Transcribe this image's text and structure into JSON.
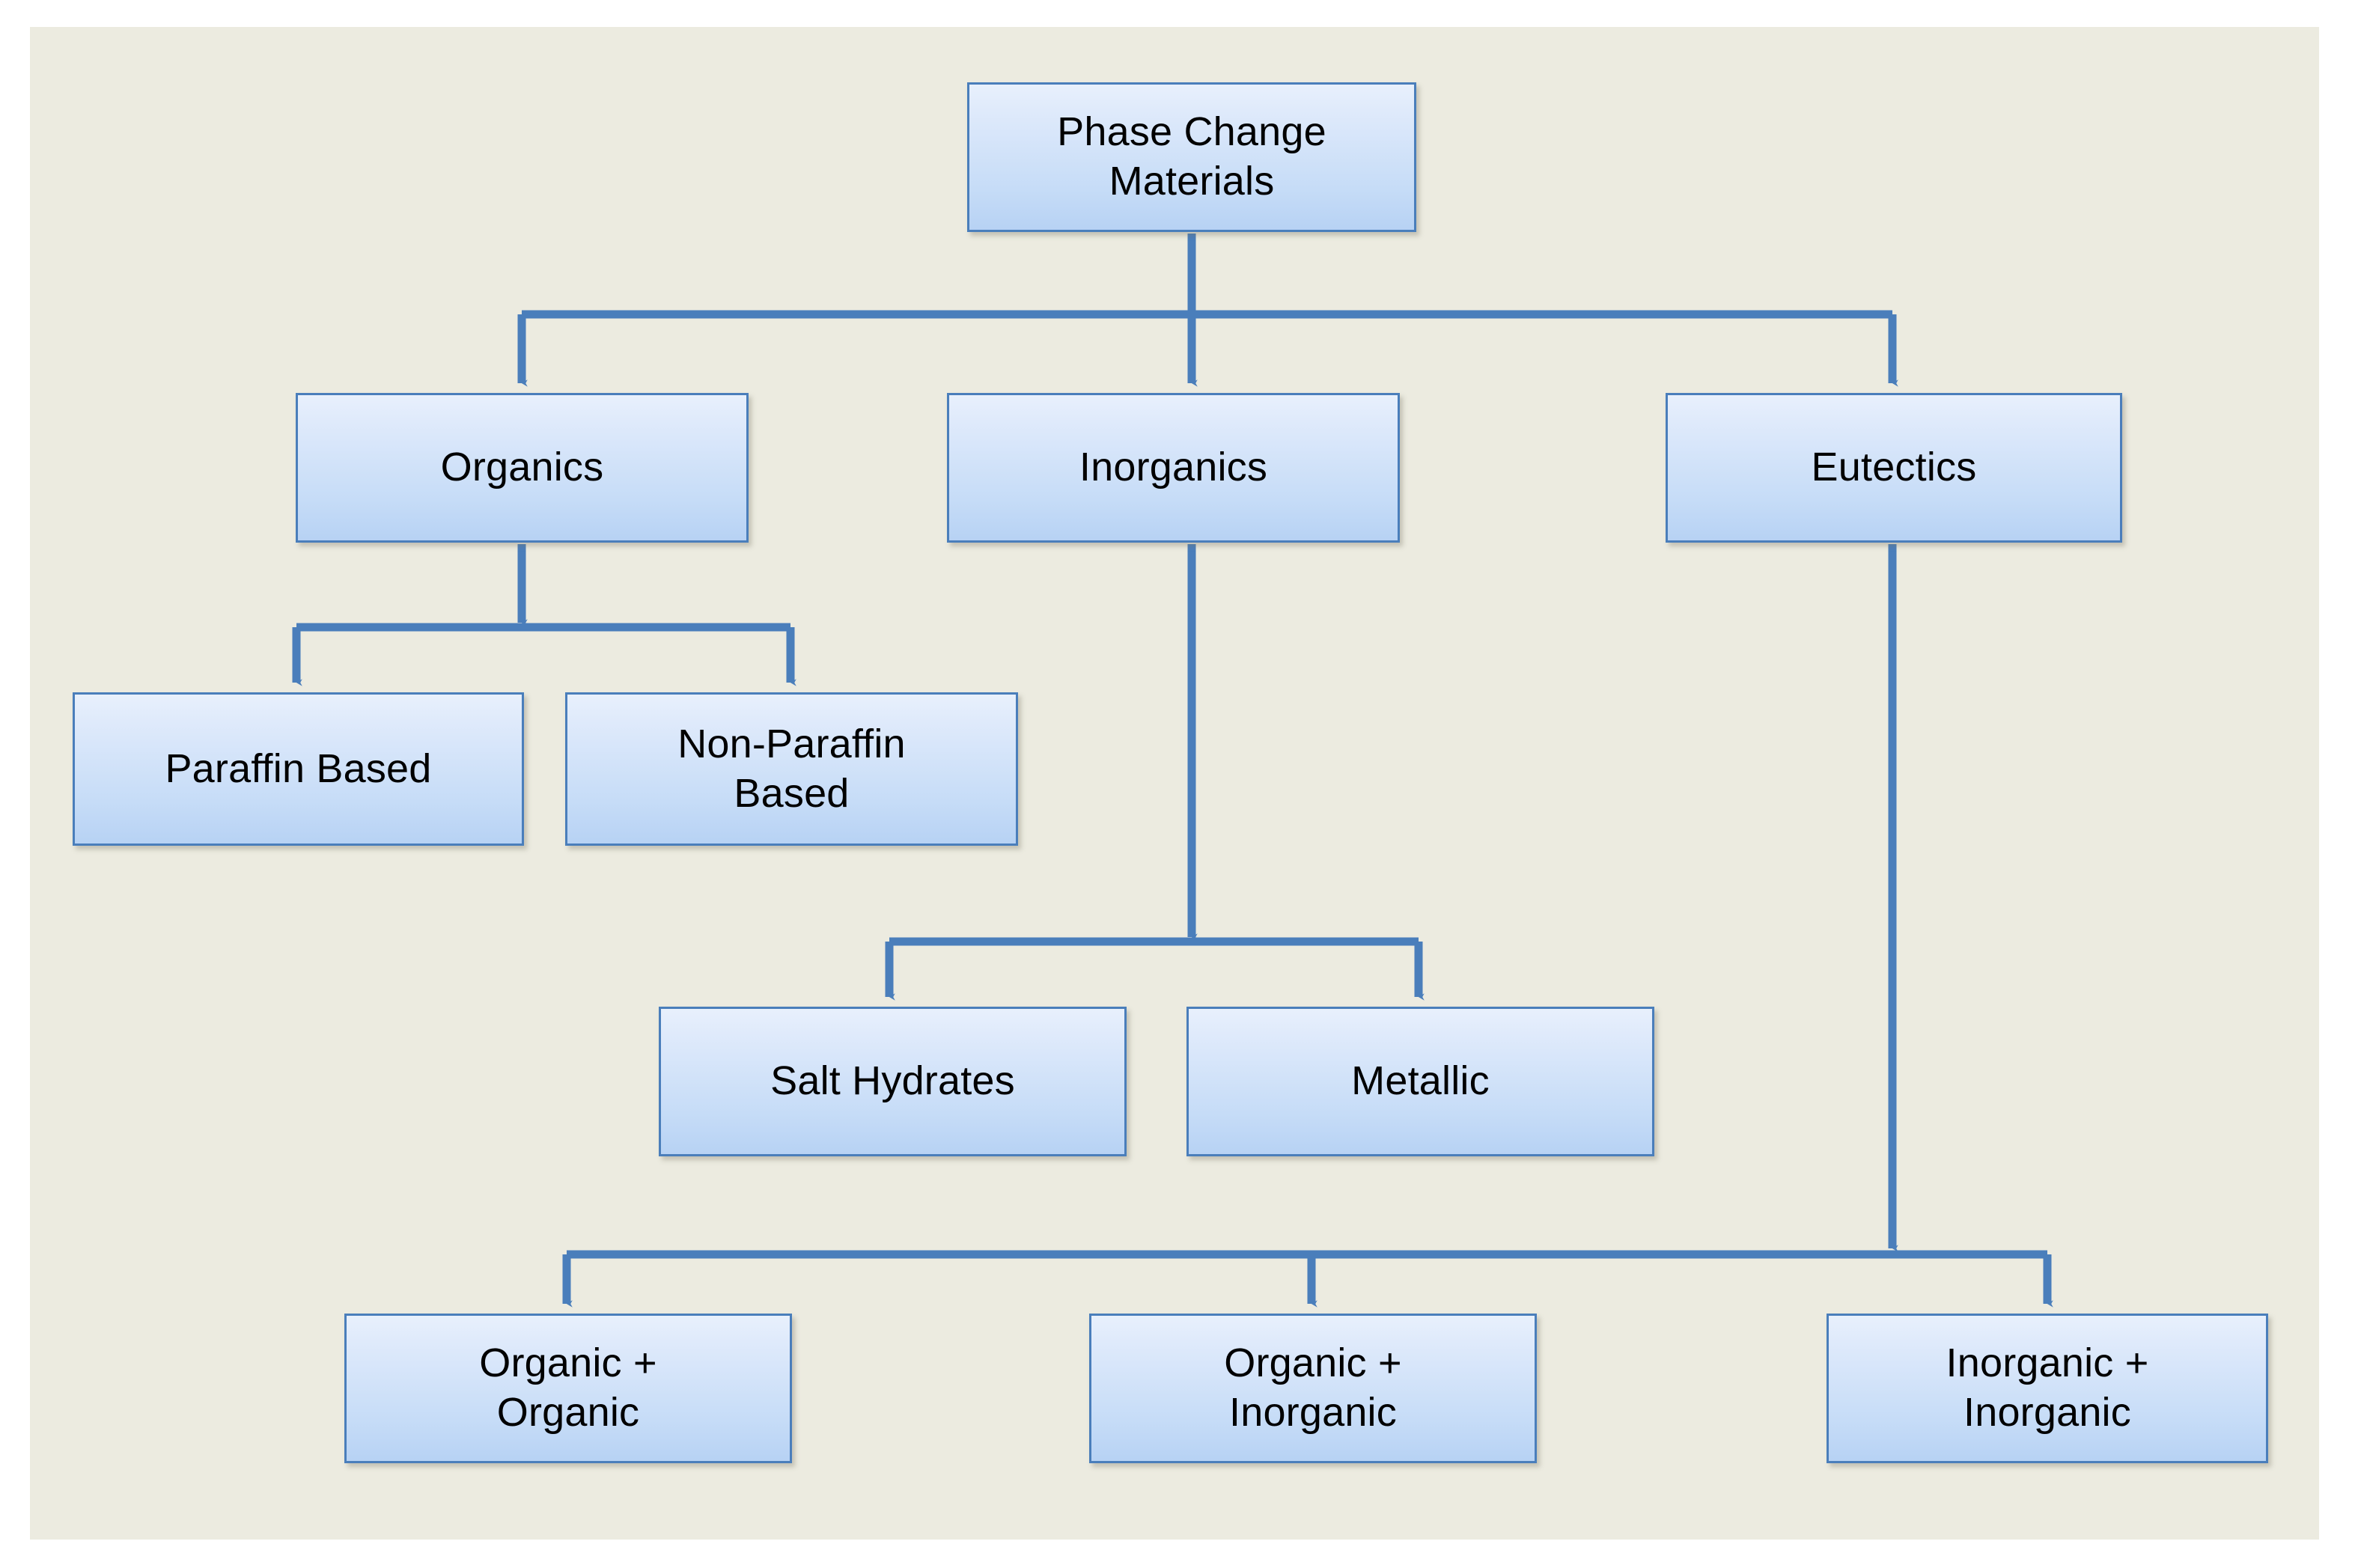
{
  "colors": {
    "background": "#ffffff",
    "slide_background": "#ecebe0",
    "box_border": "#4a7ebb",
    "box_fill_top": "#e8f0fc",
    "box_fill_bottom": "#b7d2f4",
    "connector": "#4a7ebb",
    "text": "#000000"
  },
  "diagram": {
    "type": "hierarchy-tree",
    "title": "Phase Change Materials classification",
    "nodes": {
      "root": {
        "label": "Phase Change\nMaterials",
        "level": 0
      },
      "organics": {
        "label": "Organics",
        "level": 1
      },
      "inorganics": {
        "label": "Inorganics",
        "level": 1
      },
      "eutectics": {
        "label": "Eutectics",
        "level": 1
      },
      "paraffin": {
        "label": "Paraffin Based",
        "level": 2
      },
      "nonparaffin": {
        "label": "Non-Paraffin\nBased",
        "level": 2
      },
      "salt_hydrates": {
        "label": "Salt Hydrates",
        "level": 2
      },
      "metallic": {
        "label": "Metallic",
        "level": 2
      },
      "organic_organic": {
        "label": "Organic +\nOrganic",
        "level": 2
      },
      "organic_inorganic": {
        "label": "Organic +\nInorganic",
        "level": 2
      },
      "inorganic_inorganic": {
        "label": "Inorganic +\nInorganic",
        "level": 2
      }
    },
    "edges": [
      {
        "from": "root",
        "to": "organics"
      },
      {
        "from": "root",
        "to": "inorganics"
      },
      {
        "from": "root",
        "to": "eutectics"
      },
      {
        "from": "organics",
        "to": "paraffin"
      },
      {
        "from": "organics",
        "to": "nonparaffin"
      },
      {
        "from": "inorganics",
        "to": "salt_hydrates"
      },
      {
        "from": "inorganics",
        "to": "metallic"
      },
      {
        "from": "eutectics",
        "to": "organic_organic"
      },
      {
        "from": "eutectics",
        "to": "organic_inorganic"
      },
      {
        "from": "eutectics",
        "to": "inorganic_inorganic"
      }
    ]
  }
}
